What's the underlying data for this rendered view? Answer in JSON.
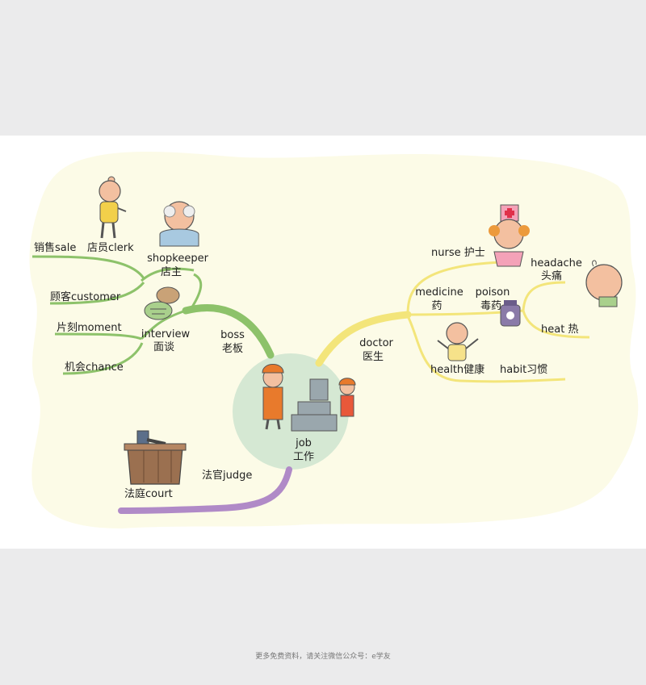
{
  "center": {
    "line1": "job",
    "line2": "工作"
  },
  "branches": {
    "boss": {
      "line1": "boss",
      "line2": "老板",
      "color": "#8dc26a"
    },
    "doctor": {
      "line1": "doctor",
      "line2": "医生",
      "color": "#f3e57a"
    },
    "judge": {
      "label": "法官judge",
      "color": "#b08ac7"
    }
  },
  "boss_nodes": {
    "shopkeeper": {
      "line1": "shopkeeper",
      "line2": "店主"
    },
    "sale": "销售sale",
    "clerk": "店员clerk",
    "customer": "顾客customer",
    "interview": {
      "line1": "interview",
      "line2": "面谈"
    },
    "moment": "片刻moment",
    "chance": "机会chance"
  },
  "doctor_nodes": {
    "nurse": "nurse 护士",
    "medicine": {
      "line1": "medicine",
      "line2": "药"
    },
    "poison": {
      "line1": "poison",
      "line2": "毒药"
    },
    "headache": {
      "line1": "headache",
      "line2": "头痛"
    },
    "heat": "heat 热",
    "health": "health健康",
    "habit": "habit习惯"
  },
  "judge_nodes": {
    "court": "法庭court"
  },
  "colors": {
    "background": "#fcfbe7",
    "center_circle": "#d5e8d3",
    "page": "#ebebec"
  },
  "icons": [
    "clerk-figure",
    "shopkeeper-figure",
    "speech-bubbles-icon",
    "nurse-figure",
    "headache-figure",
    "poison-bottle-icon",
    "healthy-kid-figure",
    "gavel-icon",
    "courthouse-crate-icon",
    "workers-illustration"
  ],
  "footer": "更多免费资料，请关注微信公众号：e学友"
}
